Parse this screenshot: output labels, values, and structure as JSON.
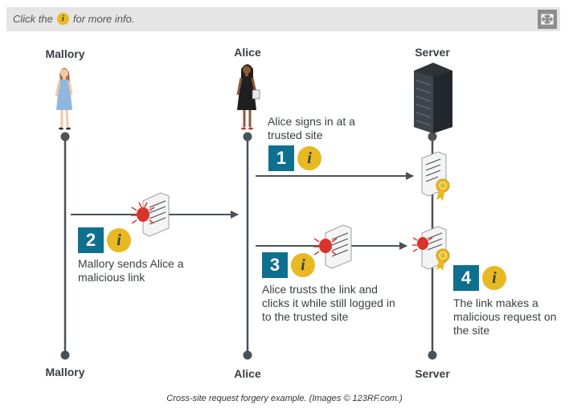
{
  "hint": {
    "prefix": "Click the",
    "icon": "i",
    "suffix": "for more info."
  },
  "actors": {
    "mallory": "Mallory",
    "alice": "Alice",
    "server": "Server"
  },
  "steps": [
    {
      "number": "1",
      "text": "Alice signs in at a trusted site"
    },
    {
      "number": "2",
      "text": "Mallory sends Alice a malicious link"
    },
    {
      "number": "3",
      "text": "Alice trusts the link and clicks it while still logged in to the trusted site"
    },
    {
      "number": "4",
      "text": "The link makes a malicious request on the site"
    }
  ],
  "info_glyph": "i",
  "caption": "Cross-site request forgery example. (Images © 123RF.com.)",
  "colors": {
    "accent_blue": "#0f6f8f",
    "info_yellow": "#e8b923",
    "line": "#4a5258",
    "bug_red": "#d9332b"
  }
}
